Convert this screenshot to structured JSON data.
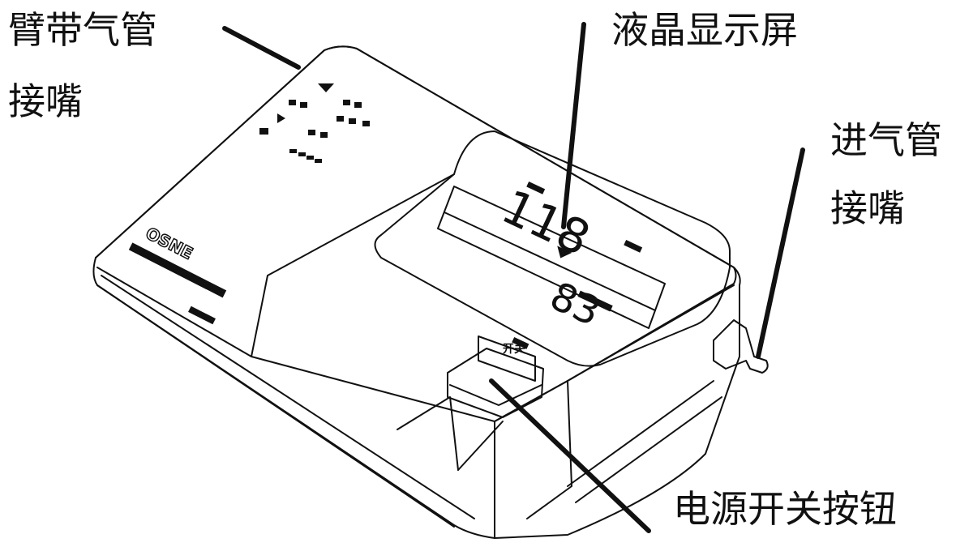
{
  "callouts": {
    "arm_cuff_line1": "臂带气管",
    "arm_cuff_line2": "接嘴",
    "lcd": "液晶显示屏",
    "intake_line1": "进气管",
    "intake_line2": "接嘴",
    "power": "电源开关按钮"
  },
  "device": {
    "brand": "OSNE",
    "display_systolic": "118",
    "display_pulse": "83",
    "switch_label": "开关"
  }
}
